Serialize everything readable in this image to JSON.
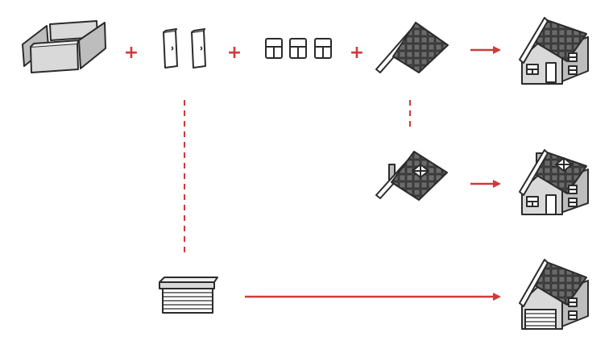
{
  "diagram": {
    "operators": {
      "plus": "+",
      "arrow": "→"
    },
    "components": [
      {
        "name": "walls"
      },
      {
        "name": "doors"
      },
      {
        "name": "windows"
      },
      {
        "name": "roof"
      },
      {
        "name": "roof-with-chimney-and-skylight"
      },
      {
        "name": "garage-door"
      }
    ],
    "results": [
      {
        "name": "house"
      },
      {
        "name": "house-with-chimney-and-skylight"
      },
      {
        "name": "house-with-garage"
      }
    ]
  },
  "colors": {
    "accent": "#d03a3a",
    "outline": "#2b2b2b",
    "wall_fill": "#d9d9d9",
    "wall_fill_dark": "#bdbdbd",
    "roof_tile": "#5a5a5a",
    "white": "#ffffff"
  }
}
